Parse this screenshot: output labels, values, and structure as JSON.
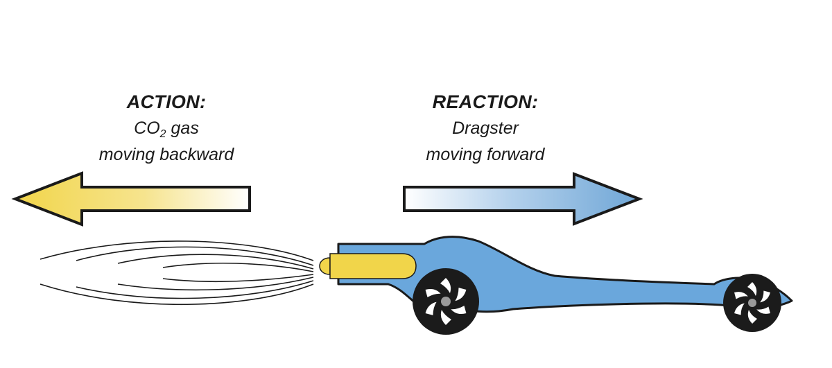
{
  "action": {
    "heading": "ACTION:",
    "line1_main": "CO",
    "line1_sub": "2",
    "line1_rest": " gas",
    "line2": "moving backward",
    "arrow_color": "#f1d54a"
  },
  "reaction": {
    "heading": "REACTION:",
    "line1": "Dragster",
    "line2": "moving forward",
    "arrow_color": "#6fa6d6"
  },
  "colors": {
    "car_body": "#6aa7dc",
    "co2_cartridge": "#f1d54a",
    "wheel": "#1b1b1b",
    "outline": "#1a1a1a"
  }
}
